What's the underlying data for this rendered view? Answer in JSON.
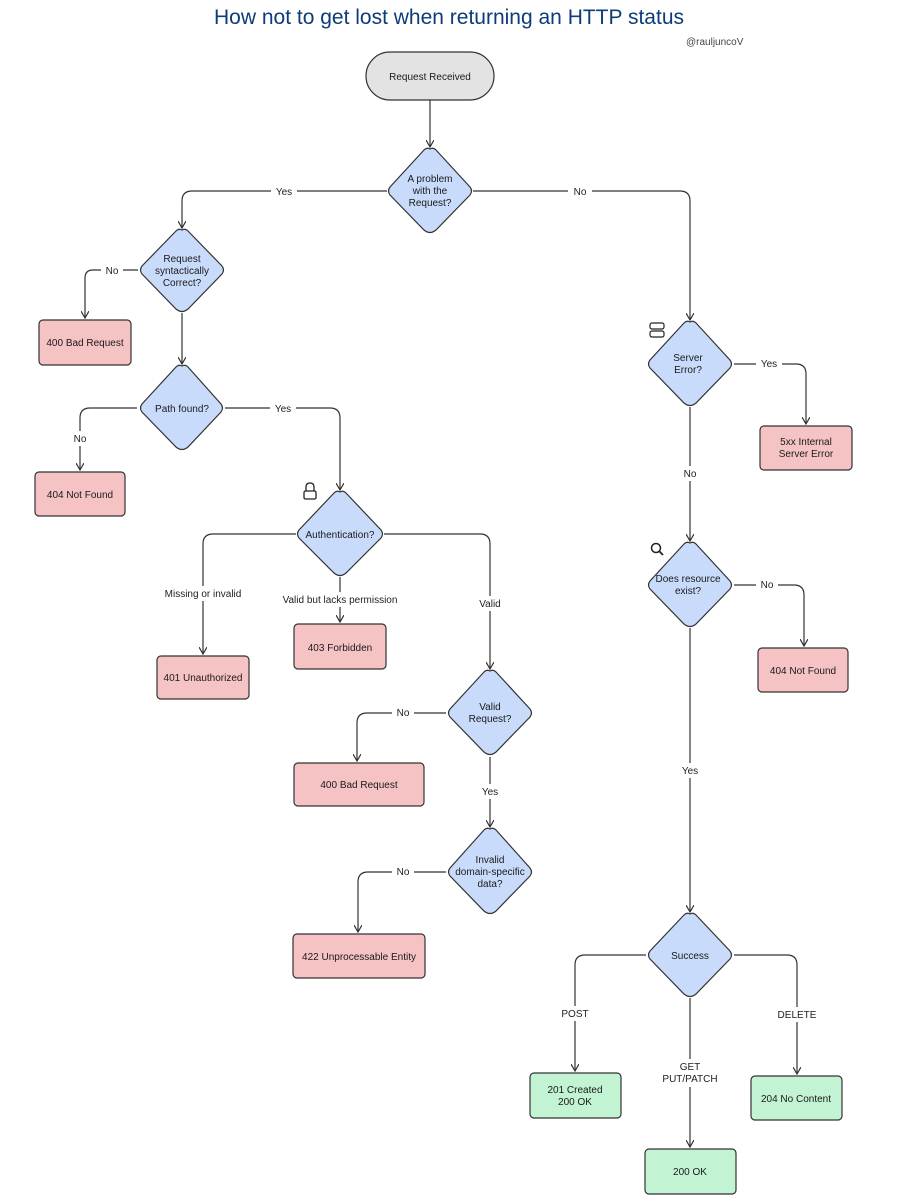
{
  "title": "How not to get lost when returning an HTTP status",
  "author": "@rauljuncoV",
  "colors": {
    "title": "#0d3c78",
    "start": "#e3e3e3",
    "decision": "#c9dbfb",
    "error": "#f6c3c5",
    "success": "#c2f3d2",
    "stroke": "#333333"
  },
  "nodes": {
    "start": "Request Received",
    "problem": [
      "A problem",
      "with the",
      "Request?"
    ],
    "syntax": [
      "Request",
      "syntactically",
      "Correct?"
    ],
    "bad_request_1": "400 Bad Request",
    "path": "Path found?",
    "not_found_1": "404 Not Found",
    "auth": "Authentication?",
    "unauthorized": "401 Unauthorized",
    "forbidden": "403 Forbidden",
    "valid_request": [
      "Valid",
      "Request?"
    ],
    "bad_request_2": "400 Bad Request",
    "invalid_domain": [
      "Invalid",
      "domain-specific",
      "data?"
    ],
    "unprocessable": "422 Unprocessable Entity",
    "server_error": [
      "Server",
      "Error?"
    ],
    "internal_error": [
      "5xx Internal",
      "Server Error"
    ],
    "resource_exists": [
      "Does resource",
      "exist?"
    ],
    "not_found_2": "404 Not Found",
    "success": "Success",
    "created": [
      "201 Created",
      "200 OK"
    ],
    "ok": "200 OK",
    "no_content": "204 No Content"
  },
  "edge_labels": {
    "problem_yes": "Yes",
    "problem_no": "No",
    "syntax_no": "No",
    "path_no": "No",
    "path_yes": "Yes",
    "auth_missing": "Missing or invalid",
    "auth_lacks": "Valid but lacks permission",
    "auth_valid": "Valid",
    "valid_no": "No",
    "valid_yes": "Yes",
    "domain_no": "No",
    "server_yes": "Yes",
    "server_no": "No",
    "exist_no": "No",
    "exist_yes": "Yes",
    "post": "POST",
    "get": [
      "GET",
      "PUT/PATCH"
    ],
    "delete": "DELETE"
  },
  "icons": {
    "auth": "lock-icon",
    "server": "server-icon",
    "resource": "search-icon"
  }
}
